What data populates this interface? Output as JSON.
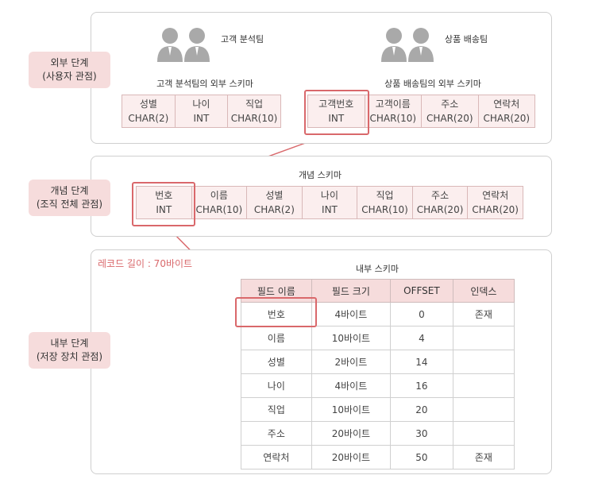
{
  "external": {
    "level_label_1": "외부 단계",
    "level_label_2": "(사용자 관점)",
    "team_a": {
      "name": "고객 분석팀",
      "schema_title": "고객 분석팀의 외부 스키마",
      "fields": [
        {
          "name": "성별",
          "type": "CHAR(2)"
        },
        {
          "name": "나이",
          "type": "INT"
        },
        {
          "name": "직업",
          "type": "CHAR(10)"
        }
      ]
    },
    "team_b": {
      "name": "상품 배송팀",
      "schema_title": "상품 배송팀의 외부 스키마",
      "fields": [
        {
          "name": "고객번호",
          "type": "INT"
        },
        {
          "name": "고객이름",
          "type": "CHAR(10)"
        },
        {
          "name": "주소",
          "type": "CHAR(20)"
        },
        {
          "name": "연락처",
          "type": "CHAR(20)"
        }
      ]
    }
  },
  "conceptual": {
    "level_label_1": "개념 단계",
    "level_label_2": "(조직 전체 관점)",
    "schema_title": "개념 스키마",
    "fields": [
      {
        "name": "번호",
        "type": "INT"
      },
      {
        "name": "이름",
        "type": "CHAR(10)"
      },
      {
        "name": "성별",
        "type": "CHAR(2)"
      },
      {
        "name": "나이",
        "type": "INT"
      },
      {
        "name": "직업",
        "type": "CHAR(10)"
      },
      {
        "name": "주소",
        "type": "CHAR(20)"
      },
      {
        "name": "연락처",
        "type": "CHAR(20)"
      }
    ]
  },
  "internal": {
    "level_label_1": "내부 단계",
    "level_label_2": "(저장 장치 관점)",
    "record_length": "레코드 길이 : 70바이트",
    "schema_title": "내부 스키마",
    "headers": [
      "필드 이름",
      "필드 크기",
      "OFFSET",
      "인덱스"
    ],
    "rows": [
      [
        "번호",
        "4바이트",
        "0",
        "존재"
      ],
      [
        "이름",
        "10바이트",
        "4",
        ""
      ],
      [
        "성별",
        "2바이트",
        "14",
        ""
      ],
      [
        "나이",
        "4바이트",
        "16",
        ""
      ],
      [
        "직업",
        "10바이트",
        "20",
        ""
      ],
      [
        "주소",
        "20바이트",
        "30",
        ""
      ],
      [
        "연락처",
        "20바이트",
        "50",
        "존재"
      ]
    ]
  },
  "colors": {
    "highlight": "#d9686b",
    "label_bg": "#f6dcdc",
    "cell_bg": "#fbeeee",
    "person": "#a9a9a9"
  },
  "icons": [
    "person-icon"
  ]
}
